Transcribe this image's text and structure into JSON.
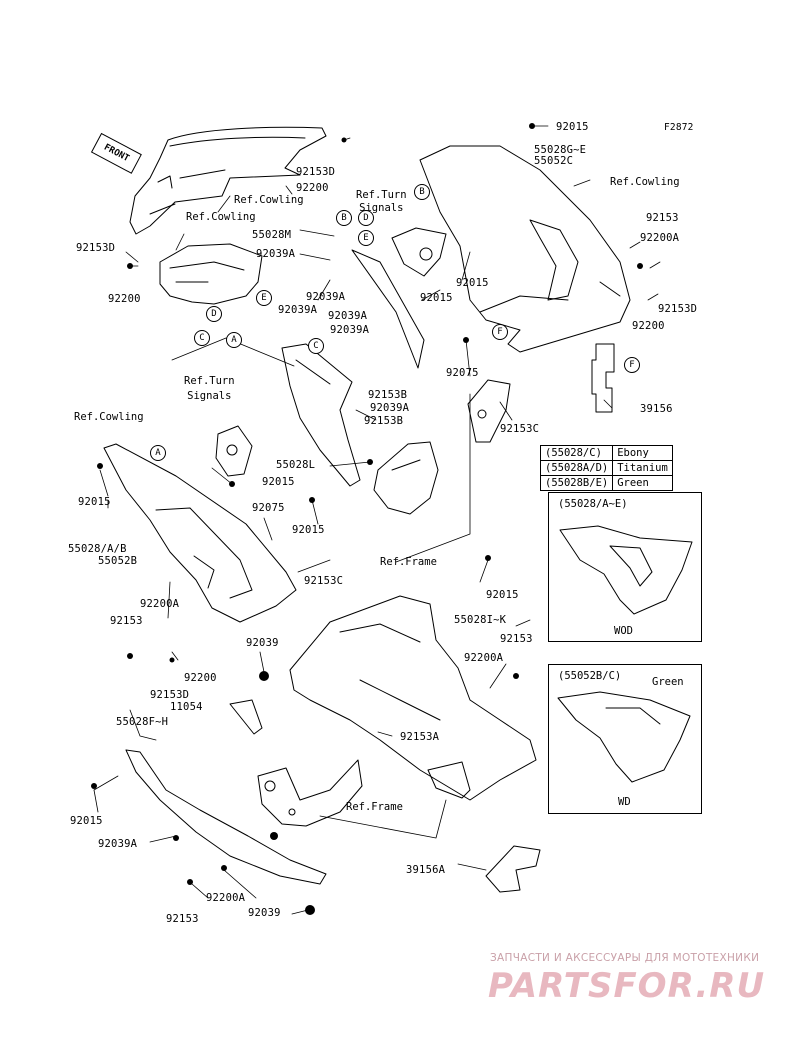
{
  "diagram_id": "F2872",
  "front_label": "FRONT",
  "part_labels": [
    {
      "id": "p1",
      "text": "92015"
    },
    {
      "id": "p2",
      "text": "55028G~E"
    },
    {
      "id": "p3",
      "text": "55052C"
    },
    {
      "id": "p4",
      "text": "92153D"
    },
    {
      "id": "p5",
      "text": "92200"
    },
    {
      "id": "p6",
      "text": "92153D"
    },
    {
      "id": "p7",
      "text": "92200"
    },
    {
      "id": "p8",
      "text": "55028M"
    },
    {
      "id": "p9",
      "text": "92039A"
    },
    {
      "id": "p10",
      "text": "92039A"
    },
    {
      "id": "p11",
      "text": "92039A"
    },
    {
      "id": "p12",
      "text": "92039A"
    },
    {
      "id": "p13",
      "text": "92039A"
    },
    {
      "id": "p14",
      "text": "92015"
    },
    {
      "id": "p15",
      "text": "92015"
    },
    {
      "id": "p16",
      "text": "92153"
    },
    {
      "id": "p17",
      "text": "92200A"
    },
    {
      "id": "p18",
      "text": "92153D"
    },
    {
      "id": "p19",
      "text": "92200"
    },
    {
      "id": "p20",
      "text": "92075"
    },
    {
      "id": "p21",
      "text": "92153B"
    },
    {
      "id": "p22",
      "text": "92039A"
    },
    {
      "id": "p23",
      "text": "92153B"
    },
    {
      "id": "p24",
      "text": "92153C"
    },
    {
      "id": "p25",
      "text": "39156"
    },
    {
      "id": "p26",
      "text": "55028L"
    },
    {
      "id": "p27",
      "text": "92015"
    },
    {
      "id": "p28",
      "text": "92015"
    },
    {
      "id": "p29",
      "text": "92075"
    },
    {
      "id": "p30",
      "text": "92015"
    },
    {
      "id": "p31",
      "text": "55028/A/B"
    },
    {
      "id": "p32",
      "text": "55052B"
    },
    {
      "id": "p33",
      "text": "92153C"
    },
    {
      "id": "p34",
      "text": "92200A"
    },
    {
      "id": "p35",
      "text": "92153"
    },
    {
      "id": "p36",
      "text": "92015"
    },
    {
      "id": "p37",
      "text": "55028I~K"
    },
    {
      "id": "p38",
      "text": "92039"
    },
    {
      "id": "p39",
      "text": "92153"
    },
    {
      "id": "p40",
      "text": "92200A"
    },
    {
      "id": "p41",
      "text": "92200"
    },
    {
      "id": "p42",
      "text": "92153D"
    },
    {
      "id": "p43",
      "text": "11054"
    },
    {
      "id": "p44",
      "text": "55028F~H"
    },
    {
      "id": "p45",
      "text": "92153A"
    },
    {
      "id": "p46",
      "text": "92015"
    },
    {
      "id": "p47",
      "text": "92039A"
    },
    {
      "id": "p48",
      "text": "39156A"
    },
    {
      "id": "p49",
      "text": "92200A"
    },
    {
      "id": "p50",
      "text": "92153"
    },
    {
      "id": "p51",
      "text": "92039"
    }
  ],
  "ref_labels": [
    {
      "id": "r1",
      "text": "Ref.Cowling"
    },
    {
      "id": "r2",
      "text": "Ref.Cowling"
    },
    {
      "id": "r3",
      "text": "Ref.Turn\nSignals"
    },
    {
      "id": "r4",
      "text": "Ref.Cowling"
    },
    {
      "id": "r5",
      "text": "Ref.Turn\nSignals"
    },
    {
      "id": "r6",
      "text": "Ref.Cowling"
    },
    {
      "id": "r7",
      "text": "Ref.Frame"
    },
    {
      "id": "r8",
      "text": "Ref.Frame"
    }
  ],
  "callouts": [
    {
      "id": "c1",
      "text": "B"
    },
    {
      "id": "c2",
      "text": "B"
    },
    {
      "id": "c3",
      "text": "D"
    },
    {
      "id": "c4",
      "text": "E"
    },
    {
      "id": "c5",
      "text": "E"
    },
    {
      "id": "c6",
      "text": "D"
    },
    {
      "id": "c7",
      "text": "C"
    },
    {
      "id": "c8",
      "text": "A"
    },
    {
      "id": "c9",
      "text": "C"
    },
    {
      "id": "c10",
      "text": "F"
    },
    {
      "id": "c11",
      "text": "F"
    },
    {
      "id": "c12",
      "text": "A"
    }
  ],
  "color_legend": [
    {
      "code": "(55028/C)",
      "color": "Ebony"
    },
    {
      "code": "(55028A/D)",
      "color": "Titanium"
    },
    {
      "code": "(55028B/E)",
      "color": "Green"
    }
  ],
  "insets": [
    {
      "title": "(55028/A~E)",
      "caption": "WOD",
      "note": ""
    },
    {
      "title": "(55052B/C)",
      "caption": "WD",
      "note": "Green"
    }
  ],
  "watermark": {
    "line1": "ЗАПЧАСТИ И АКСЕССУАРЫ ДЛЯ МОТОТЕХНИКИ",
    "line2": "PARTSFOR.RU"
  }
}
